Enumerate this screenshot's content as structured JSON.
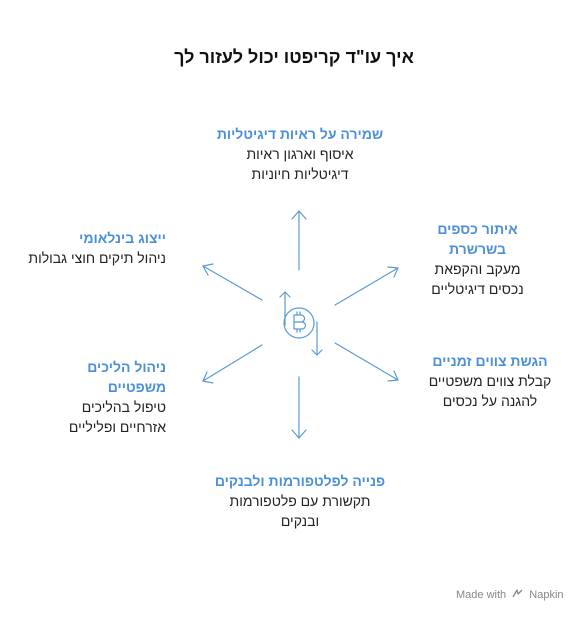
{
  "title": "איך עו\"ד קריפטו יכול לעזור לך",
  "nodes": {
    "top": {
      "head": "שמירה על ראיות דיגיטליות",
      "desc1": "איסוף וארגון ראיות",
      "desc2": "דיגיטליות חיוניות"
    },
    "tr": {
      "head1": "איתור כספים",
      "head2": "בשרשרת",
      "desc1": "מעקב והקפאת",
      "desc2": "נכסים דיגיטליים"
    },
    "br": {
      "head": "הגשת צווים זמניים",
      "desc1": "קבלת צווים משפטיים",
      "desc2": "להגנה על נכסים"
    },
    "bottom": {
      "head": "פנייה לפלטפורמות ולבנקים",
      "desc1": "תקשורת עם פלטפורמות",
      "desc2": "ובנקים"
    },
    "bl": {
      "head1": "ניהול הליכים",
      "head2": "משפטיים",
      "desc1": "טיפול בהליכים",
      "desc2": "אזרחיים ופליליים"
    },
    "tl": {
      "head": "ייצוג בינלאומי",
      "desc1": "ניהול תיקים חוצי גבולות"
    }
  },
  "center_icon": "bitcoin-icon",
  "watermark": {
    "text": "Made with",
    "brand": "Napkin",
    "icon": "napkin-logo-icon"
  },
  "colors": {
    "accent": "#4a90d9",
    "line": "#5b9bd5",
    "text": "#222222"
  }
}
